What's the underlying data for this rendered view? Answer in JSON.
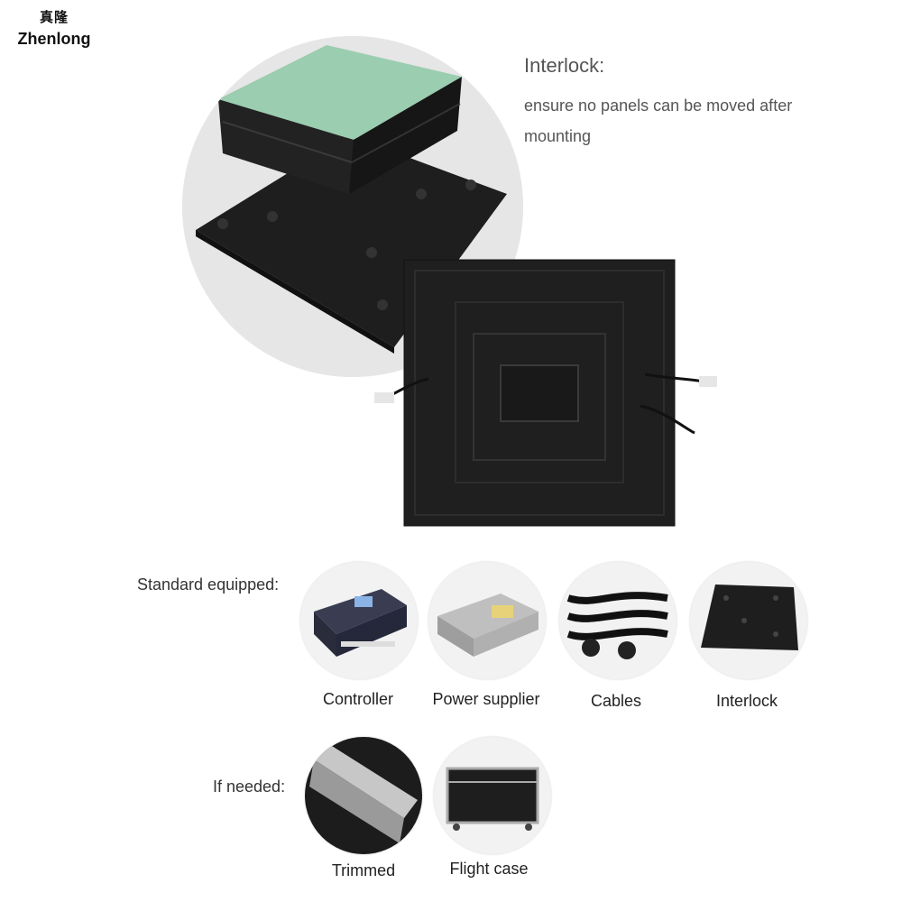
{
  "brand": {
    "name_cn": "真隆",
    "name_en": "Zhenlong"
  },
  "feature": {
    "title": "Interlock:",
    "description": "ensure no panels can be moved after mounting"
  },
  "standard": {
    "label": "Standard equipped:",
    "items": [
      {
        "name": "Controller",
        "icon": "controller-icon"
      },
      {
        "name": "Power supplier",
        "icon": "power-supply-icon"
      },
      {
        "name": "Cables",
        "icon": "cables-icon"
      },
      {
        "name": "Interlock",
        "icon": "interlock-plate-icon"
      }
    ]
  },
  "optional": {
    "label": "If needed:",
    "items": [
      {
        "name": "Trimmed",
        "icon": "trim-profile-icon"
      },
      {
        "name": "Flight case",
        "icon": "flight-case-icon"
      }
    ]
  },
  "colors": {
    "panel": "#1b1b1b",
    "glass": "#8fc4a4",
    "background": "#ffffff"
  }
}
